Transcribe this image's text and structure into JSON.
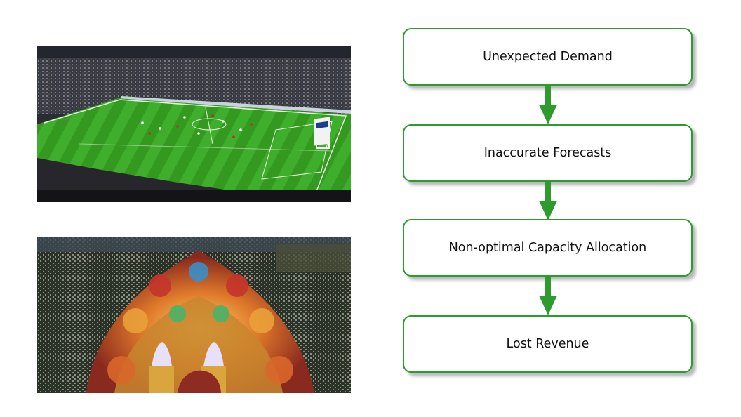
{
  "photos": {
    "stadium": {
      "icon": "football-stadium-photo"
    },
    "carnival": {
      "icon": "carnival-parade-float-photo"
    }
  },
  "flow": {
    "steps": [
      {
        "label": "Unexpected Demand"
      },
      {
        "label": "Inaccurate Forecasts"
      },
      {
        "label": "Non-optimal Capacity Allocation"
      },
      {
        "label": "Lost Revenue"
      }
    ],
    "accent_color": "#2e9b2e"
  }
}
